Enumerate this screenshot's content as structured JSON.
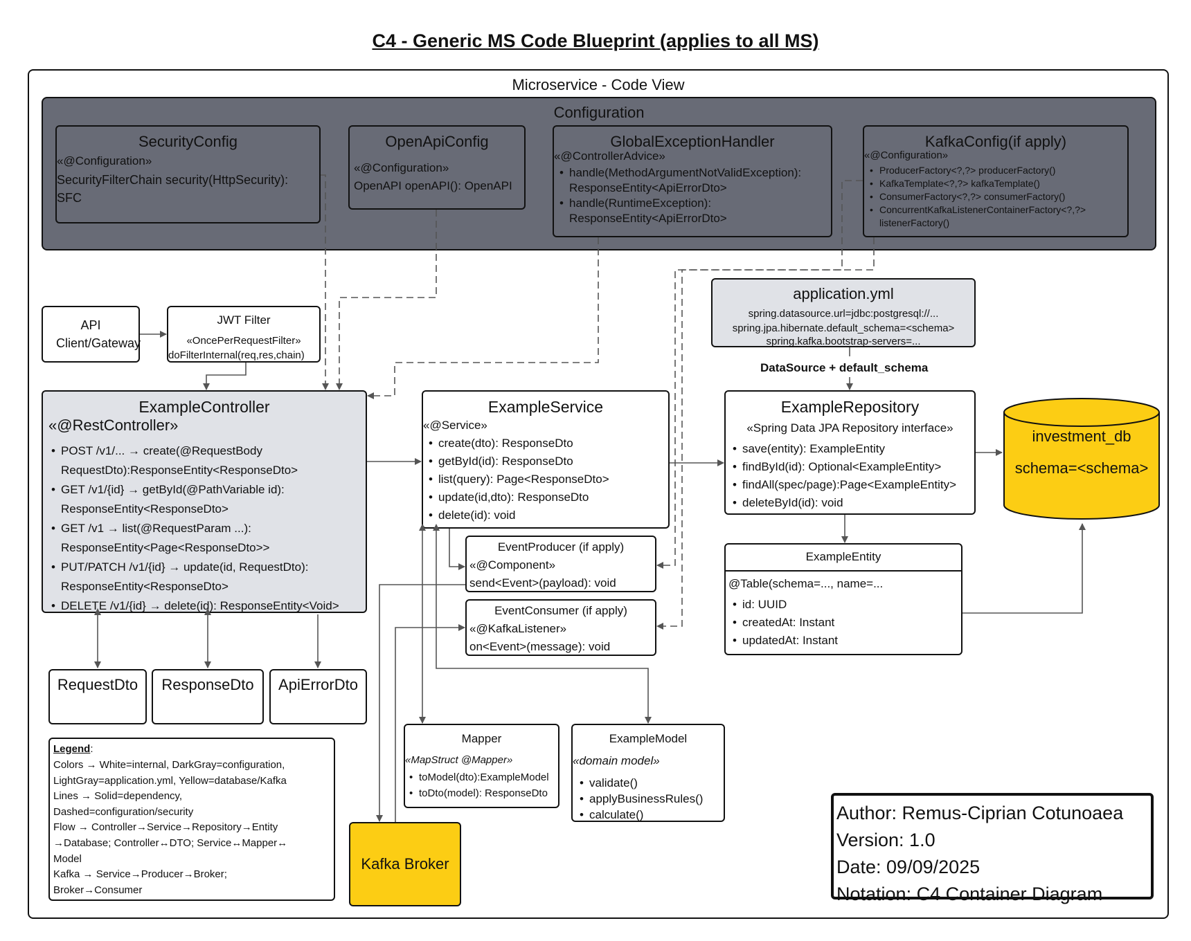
{
  "title": "C4 - Generic MS Code  Blueprint (applies to all MS)",
  "frame": {
    "title": "Microservice  - Code View"
  },
  "configuration": {
    "title": "Configuration",
    "security": {
      "title": "SecurityConfig",
      "stereotype": "«@Configuration»",
      "body": "SecurityFilterChain security(HttpSecurity): SFC"
    },
    "openapi": {
      "title": "OpenApiConfig",
      "stereotype": "«@Configuration»",
      "body": "OpenAPI openAPI(): OpenAPI"
    },
    "global": {
      "title": "GlobalExceptionHandler",
      "stereotype": "«@ControllerAdvice»",
      "items": [
        "handle(MethodArgumentNotValidException): ResponseEntity<ApiErrorDto>",
        "handle(RuntimeException): ResponseEntity<ApiErrorDto>"
      ]
    },
    "kafka": {
      "title": "KafkaConfig(if apply)",
      "stereotype": "«@Configuration»",
      "items": [
        "ProducerFactory<?,?> producerFactory()",
        "KafkaTemplate<?,?> kafkaTemplate()",
        "ConsumerFactory<?,?> consumerFactory()",
        "ConcurrentKafkaListenerContainerFactory<?,?> listenerFactory()"
      ]
    }
  },
  "api_client": {
    "title": "API Client/Gateway"
  },
  "jwt": {
    "title": "JWT Filter",
    "stereotype": "«OncePerRequestFilter»",
    "body": "doFilterInternal(req,res,chain)"
  },
  "app_yml": {
    "title": "application.yml",
    "lines": [
      "spring.datasource.url=jdbc:postgresql://...",
      "spring.jpa.hibernate.default_schema=<schema>",
      "spring.kafka.bootstrap-servers=..."
    ]
  },
  "datasource_label": "DataSource + default_schema",
  "controller": {
    "title": "ExampleController",
    "stereotype": "«@RestController»",
    "items": [
      [
        "POST /v1/... → create(@RequestBody",
        "RequestDto):ResponseEntity<ResponseDto>"
      ],
      [
        "GET /v1/{id} → getById(@PathVariable id):",
        "ResponseEntity<ResponseDto>"
      ],
      [
        "GET /v1 → list(@RequestParam ...):",
        "ResponseEntity<Page<ResponseDto>>"
      ],
      [
        "PUT/PATCH /v1/{id} → update(id, RequestDto):",
        "ResponseEntity<ResponseDto>"
      ],
      [
        "DELETE /v1/{id} → delete(id): ResponseEntity<Void>"
      ]
    ]
  },
  "service": {
    "title": "ExampleService",
    "stereotype": "«@Service»",
    "items": [
      "create(dto): ResponseDto",
      "getById(id): ResponseDto",
      "list(query): Page<ResponseDto>",
      "update(id,dto): ResponseDto",
      "delete(id): void"
    ]
  },
  "repository": {
    "title": "ExampleRepository",
    "stereotype": "«Spring Data JPA Repository interface»",
    "items": [
      "save(entity): ExampleEntity",
      "findById(id): Optional<ExampleEntity>",
      "findAll(spec/page):Page<ExampleEntity>",
      "deleteById(id): void"
    ]
  },
  "database": {
    "name": "investment_db",
    "schema": "schema=<schema>"
  },
  "producer": {
    "title": "EventProducer (if apply)",
    "stereotype": "«@Component»",
    "body": "send<Event>(payload): void"
  },
  "consumer": {
    "title": "EventConsumer (if apply)",
    "stereotype": "«@KafkaListener»",
    "body": "on<Event>(message): void"
  },
  "entity": {
    "title": "ExampleEntity",
    "table": "@Table(schema=..., name=...",
    "items": [
      "id: UUID",
      "createdAt: Instant",
      "updatedAt: Instant"
    ]
  },
  "dtos": {
    "request": "RequestDto",
    "response": "ResponseDto",
    "error": "ApiErrorDto"
  },
  "mapper": {
    "title": "Mapper",
    "stereotype": "«MapStruct @Mapper»",
    "items": [
      "toModel(dto):ExampleModel",
      "toDto(model): ResponseDto"
    ]
  },
  "model": {
    "title": "ExampleModel",
    "stereotype": "«domain model»",
    "items": [
      "validate()",
      "applyBusinessRules()",
      "calculate()"
    ]
  },
  "kafka_broker": "Kafka Broker",
  "legend": {
    "heading": "Legend",
    "lines": [
      "Colors → White=internal, DarkGray=configuration,",
      "LightGray=application.yml, Yellow=database/Kafka",
      "Lines → Solid=dependency,",
      "Dashed=configuration/security",
      "Flow → Controller→Service→Repository→Entity",
      "→Database; Controller↔DTO; Service↔Mapper↔",
      "Model",
      "Kafka → Service→Producer→Broker;",
      "Broker→Consumer"
    ]
  },
  "author": {
    "author": "Author: Remus-Ciprian Cotunoaea",
    "version": "Version: 1.0",
    "date": "Date: 09/09/2025",
    "notation": "Notation: C4 Container Diagram"
  },
  "colors": {
    "config_bg": "#686b76",
    "light_bg": "#e0e2e7",
    "yellow": "#fccd14",
    "line": "#555555"
  }
}
